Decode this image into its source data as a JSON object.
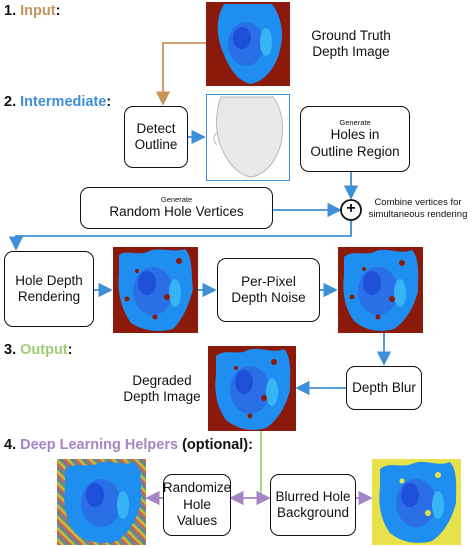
{
  "sections": {
    "input": {
      "number": "1.",
      "title": "Input",
      "colon": ":",
      "color": "#c9935a"
    },
    "intermediate": {
      "number": "2.",
      "title": "Intermediate",
      "colon": ":",
      "color": "#3d8fd6"
    },
    "output": {
      "number": "3.",
      "title": "Output",
      "colon": ":",
      "color": "#9ccf74"
    },
    "helpers": {
      "number": "4.",
      "title": "Deep Learning Helpers",
      "suffix": "(optional):",
      "color": "#a585c4"
    }
  },
  "labels": {
    "ground_truth": [
      "Ground Truth",
      "Depth Image"
    ],
    "combine": [
      "Combine vertices for",
      "simultaneous rendering"
    ],
    "degraded": [
      "Degraded",
      "Depth Image"
    ],
    "plus": "+"
  },
  "boxes": {
    "detect_outline": [
      "Detect",
      "Outline"
    ],
    "holes": {
      "small": "Generate",
      "lines": [
        "Holes in",
        "Outline Region"
      ]
    },
    "random_vertices": {
      "small": "Generate",
      "label": "Random Hole Vertices"
    },
    "hole_depth": [
      "Hole Depth",
      "Rendering"
    ],
    "per_pixel": [
      "Per-Pixel",
      "Depth Noise"
    ],
    "depth_blur": "Depth Blur",
    "randomize": [
      "Randomize",
      "Hole Values"
    ],
    "blurred": [
      "Blurred Hole",
      "Background"
    ]
  },
  "colors": {
    "arrow_tan": "#c9935a",
    "arrow_blue": "#3d8fd6",
    "arrow_green": "#9ccf74",
    "arrow_purple": "#a585c4",
    "depth_background": "#8b1a0a",
    "depth_face": "#1e8ff0"
  }
}
